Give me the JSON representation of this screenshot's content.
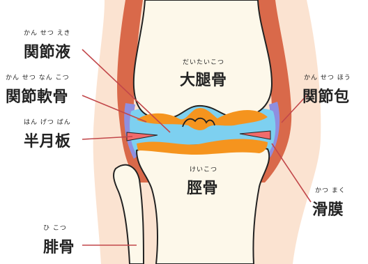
{
  "labels": {
    "joint_fluid": {
      "ruby": "かん せつ えき",
      "text": "関節液"
    },
    "articular_cartilage": {
      "ruby": "かん せつ なん こつ",
      "text": "関節軟骨"
    },
    "meniscus": {
      "ruby": "はん げつ ばん",
      "text": "半月板"
    },
    "fibula": {
      "ruby": "ひ こつ",
      "text": "腓骨"
    },
    "femur": {
      "ruby": "だいたいこつ",
      "text": "大腿骨"
    },
    "tibia": {
      "ruby": "けいこつ",
      "text": "脛骨"
    },
    "joint_capsule": {
      "ruby": "かん せつ ほう",
      "text": "関節包"
    },
    "synovium": {
      "ruby": "かつ まく",
      "text": "滑膜"
    }
  },
  "colors": {
    "background": "#ffffff",
    "skin": "#fbe3d1",
    "capsule": "#d9694a",
    "bone": "#fdf8ea",
    "bone_outline": "#222222",
    "cartilage": "#f5941e",
    "fluid": "#7dd0f0",
    "synovial_membrane": "#8f8fe0",
    "meniscus": "#f26b6b",
    "leader_line": "#c2474a"
  }
}
